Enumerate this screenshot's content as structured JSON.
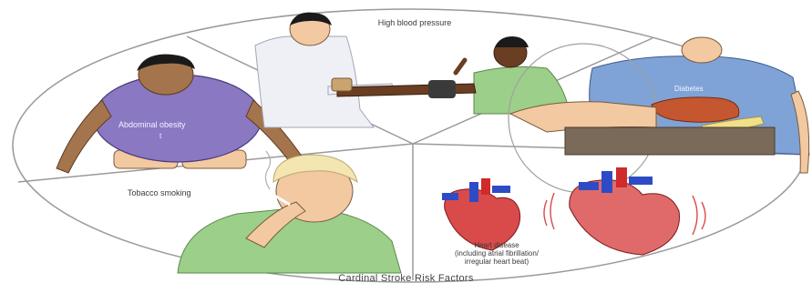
{
  "segments": {
    "high_blood_pressure": {
      "label": "High blood pressure"
    },
    "diabetes": {
      "label": "Diabetes"
    },
    "abdominal_obesity": {
      "label_line1": "Abdominal obesity",
      "label_line2": "t"
    },
    "tobacco_smoking": {
      "label": "Tobacco smoking"
    },
    "heart_disease": {
      "label_line1": "Heart disease",
      "label_line2": "(including atrial fibrillation/",
      "label_line3": "irregular heart beat)"
    }
  },
  "caption": "Cardinal Stroke Risk Factors",
  "colors": {
    "outline": "#9a9a9a",
    "shirt_purple": "#8a78c2",
    "shirt_green": "#9ccf8a",
    "shirt_blue": "#7fa3d6",
    "skin_light": "#f2c9a0",
    "skin_dark": "#7a4a2e",
    "heart_red": "#d94a4a",
    "vessel_blue": "#2e4bc6",
    "liver": "#c4572f",
    "pancreas": "#f0e08a"
  },
  "icons": [
    "obese-man-illustration",
    "doctor-illustration",
    "patient-illustration",
    "smoker-illustration",
    "heart-illustration",
    "liver-pancreas-illustration"
  ]
}
